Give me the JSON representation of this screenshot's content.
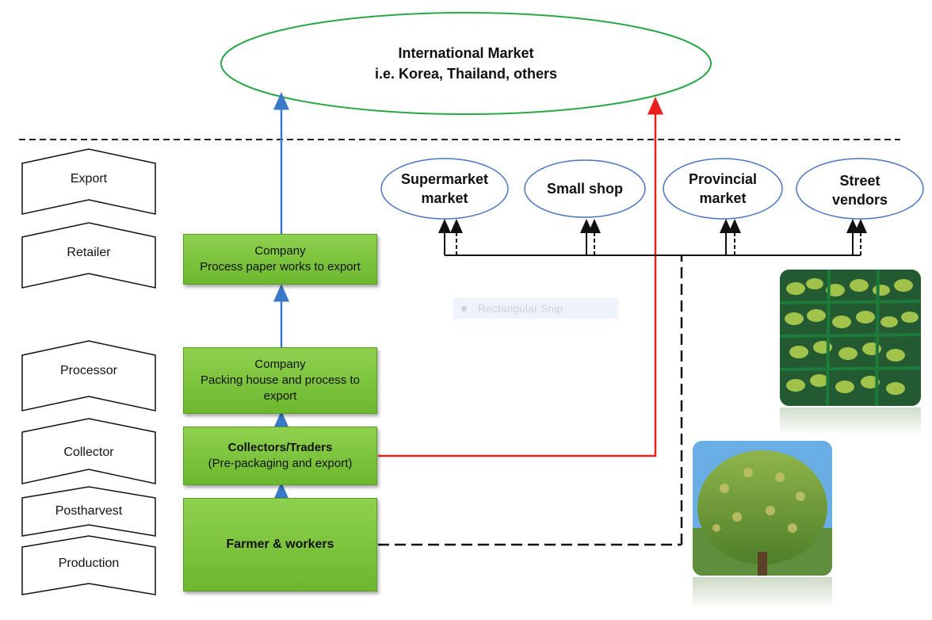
{
  "international_market": {
    "line1": "International Market",
    "line2": "i.e. Korea, Thailand, others"
  },
  "stages": [
    "Export",
    "Retailer",
    "Processor",
    "Collector",
    "Postharvest",
    "Production"
  ],
  "company_export": {
    "line1": "Company",
    "line2": "Process paper works to export"
  },
  "company_packing": {
    "line1": "Company",
    "line2": "Packing house and process to",
    "line3": "export"
  },
  "collectors": {
    "line1": "Collectors/Traders",
    "line2": "(Pre-packaging and export)"
  },
  "farmer": {
    "label": "Farmer &  workers"
  },
  "markets": {
    "supermarket": {
      "line1": "Supermarket",
      "line2": "market"
    },
    "small_shop": {
      "line1": "Small shop"
    },
    "provincial": {
      "line1": "Provincial",
      "line2": "market"
    },
    "street": {
      "line1": "Street",
      "line2": "vendors"
    }
  },
  "snip": {
    "label": "Rectangular Snip"
  },
  "colors": {
    "green_box": "#7cc53f",
    "blue_arrow": "#3a78c8",
    "red_arrow": "#e8201c",
    "ellipse_green": "#27a844",
    "ellipse_blue": "#4a76c0"
  },
  "images": {
    "crates_photo": "mango-crates-photo",
    "tree_photo": "mango-tree-photo"
  }
}
